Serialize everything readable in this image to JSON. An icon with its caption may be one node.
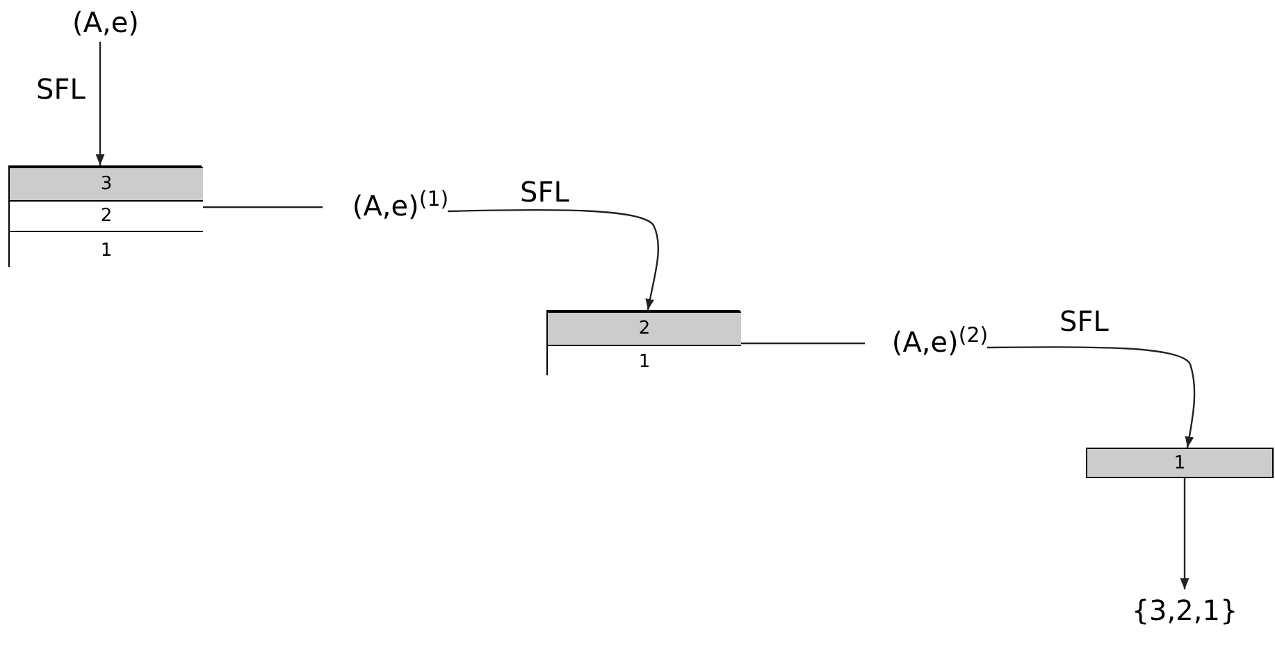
{
  "diagram": {
    "nodes": [
      {
        "text": [
          "(A,e)"
        ]
      },
      {
        "text": [],
        "shape": "box"
      },
      {
        "text": [
          "3"
        ],
        "in": 1
      },
      {
        "text": [
          "2"
        ],
        "in": 1
      },
      {
        "text": [
          "1"
        ],
        "in": 1
      },
      {
        "text": [
          "(A,e)$^{(1)}$"
        ]
      },
      {
        "text": [],
        "shape": "box"
      },
      {
        "text": [
          "2"
        ],
        "in": 6
      },
      {
        "text": [
          "1"
        ],
        "in": 6
      },
      {
        "text": [
          "(A,e)$^{(2)}$"
        ]
      },
      {
        "text": [
          "1"
        ]
      },
      {
        "text": [
          "{3,2,1}"
        ]
      }
    ],
    "edges": [
      {
        "from": 0,
        "to": 2,
        "arrow": "to",
        "label": "SFL"
      },
      {
        "from": 3,
        "to": 5,
        "arrow": "none"
      },
      {
        "from": 5,
        "to": 7,
        "arrow": "to",
        "label": "SFL"
      },
      {
        "from": 7,
        "to": 9,
        "arrow": "none"
      },
      {
        "from": 9,
        "to": 10,
        "arrow": "to",
        "label": "SFL"
      },
      {
        "from": 10,
        "to": 11,
        "arrow": "to"
      }
    ]
  }
}
